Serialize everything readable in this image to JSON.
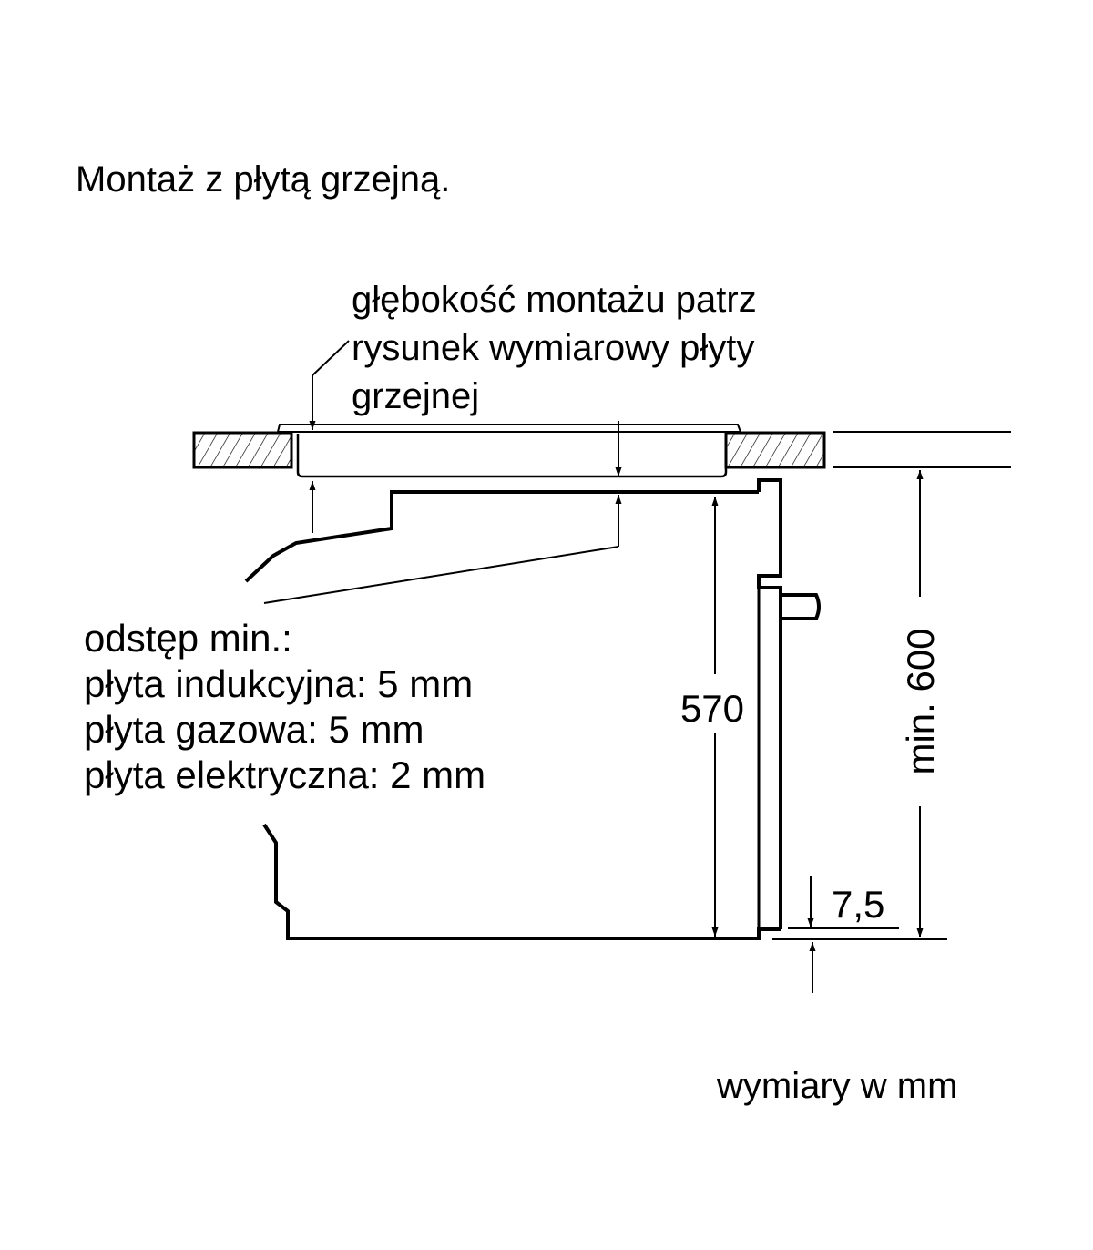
{
  "title": "Montaż z płytą grzejną.",
  "hob_note": [
    "głębokość montażu patrz",
    "rysunek wymiarowy płyty",
    "grzejnej"
  ],
  "clearance_note": [
    "odstęp min.:",
    "płyta indukcyjna: 5 mm",
    "płyta gazowa: 5 mm",
    "płyta elektryczna: 2 mm"
  ],
  "dimensions": {
    "oven_height": "570",
    "niche_height": "min. 600",
    "offset": "7,5"
  },
  "units_note": "wymiary w mm"
}
